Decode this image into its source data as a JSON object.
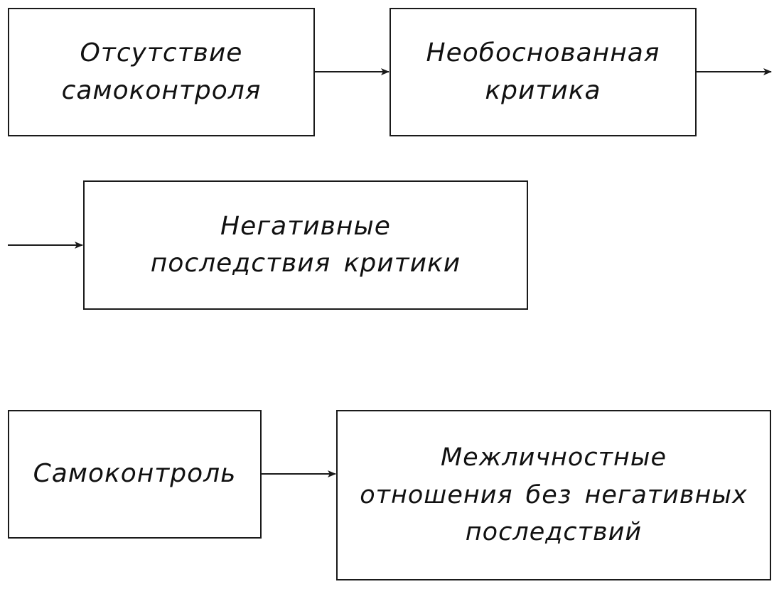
{
  "diagram": {
    "boxes": [
      {
        "id": "lack-of-self-control",
        "label": "Отсутствие\nсамоконтроля"
      },
      {
        "id": "unfounded-criticism",
        "label": "Необоснованная\nкритика"
      },
      {
        "id": "negative-consequences",
        "label": "Негативные\nпоследствия критики"
      },
      {
        "id": "self-control",
        "label": "Самоконтроль"
      },
      {
        "id": "relations-without-negative",
        "label": "Межличностные\nотношения без негативных\nпоследствий"
      }
    ],
    "colors": {
      "stroke": "#1a1a1a",
      "text": "#111111",
      "background": "#ffffff"
    }
  }
}
